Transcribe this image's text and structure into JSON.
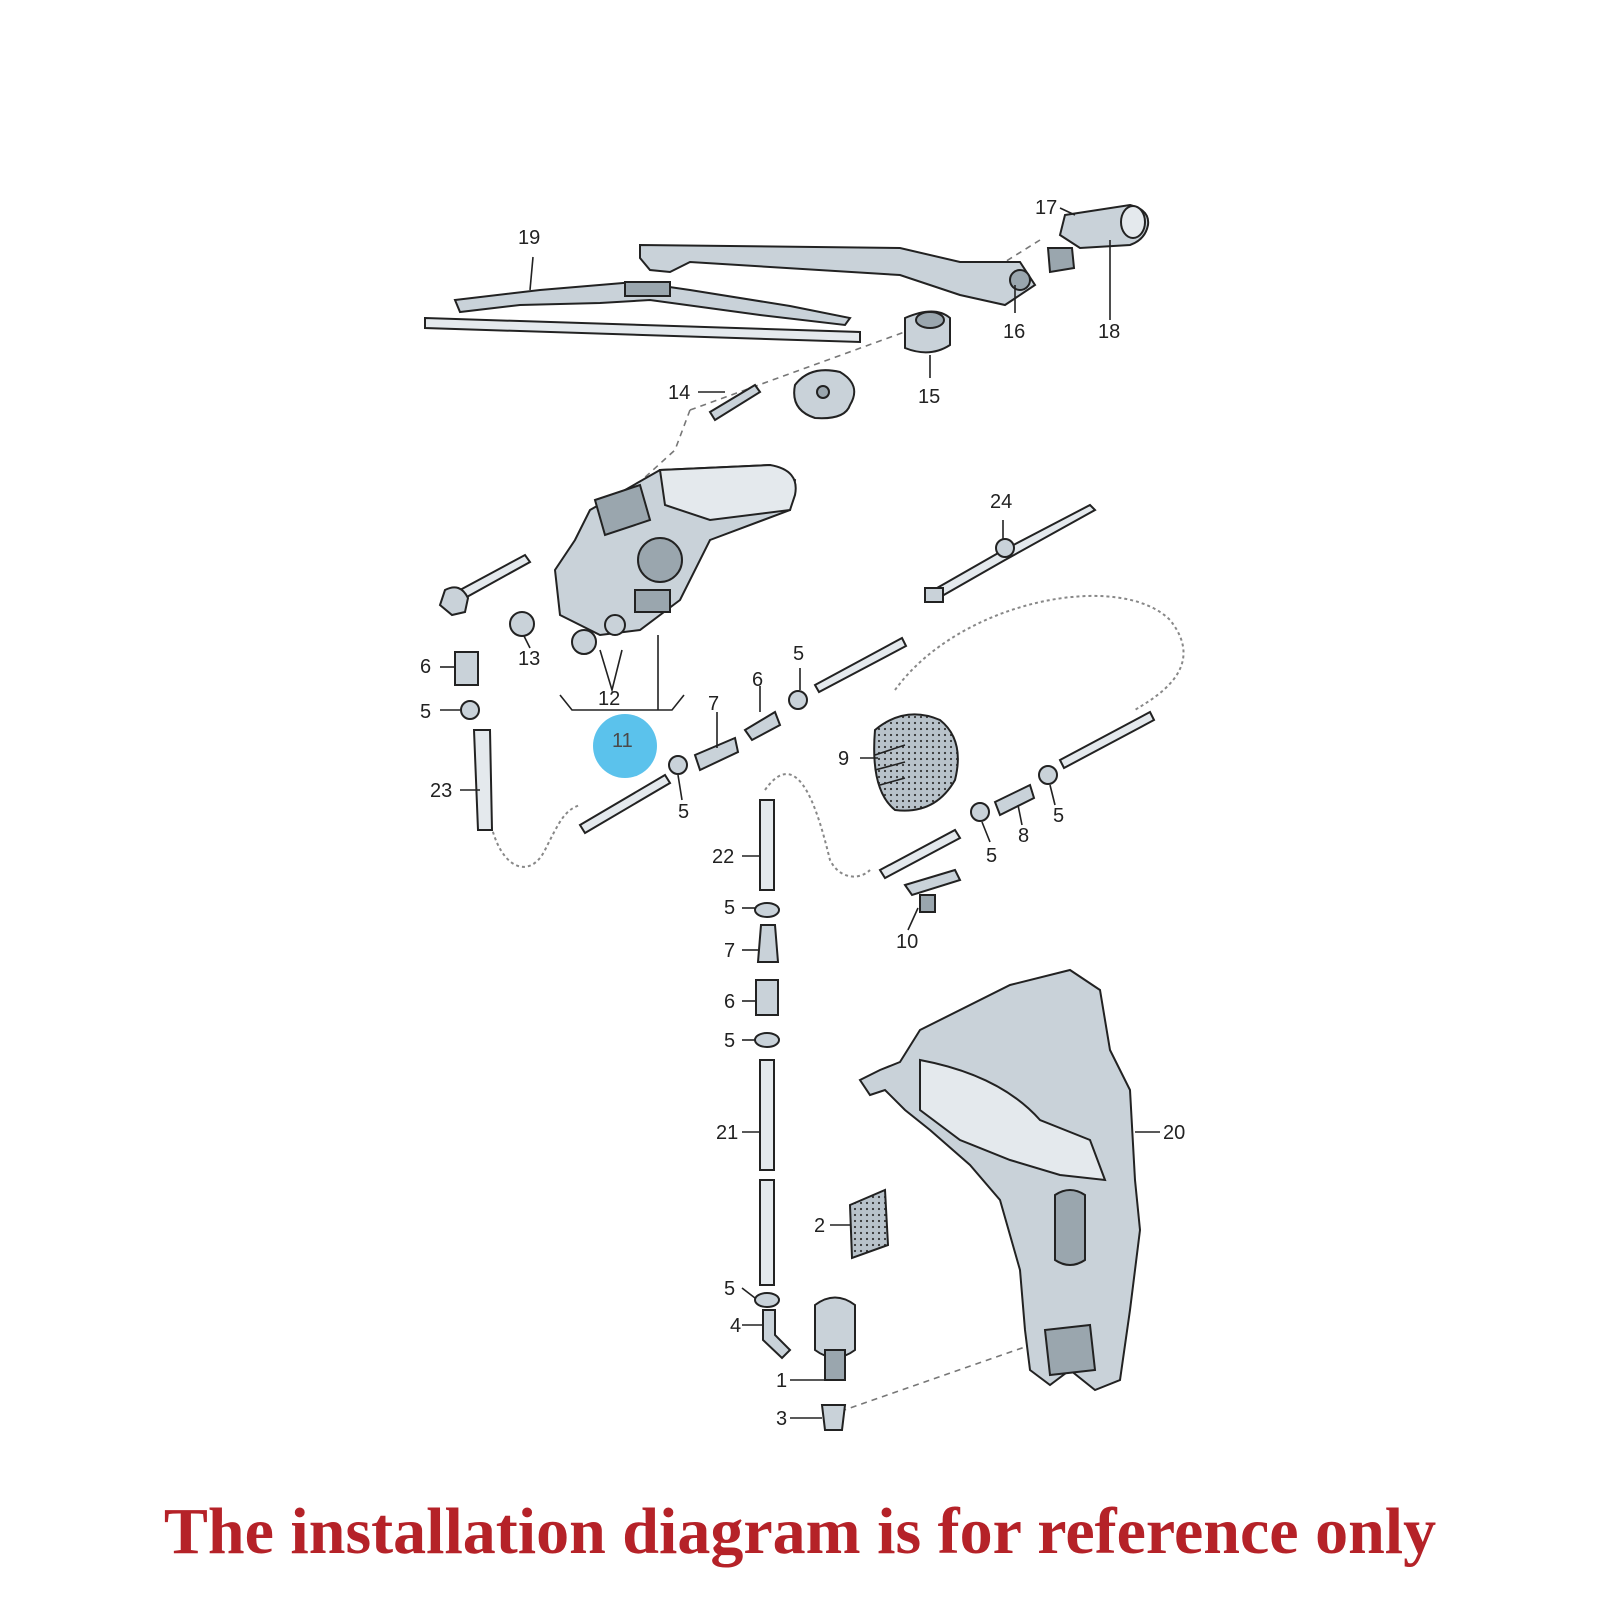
{
  "caption": "The installation diagram is for reference only",
  "highlight_color": "#5bc2ec",
  "caption_color": "#b52228",
  "labels": {
    "l1": "1",
    "l2": "2",
    "l3": "3",
    "l4": "4",
    "l5a": "5",
    "l5b": "5",
    "l5c": "5",
    "l5d": "5",
    "l5e": "5",
    "l5f": "5",
    "l5g": "5",
    "l5h": "5",
    "l6a": "6",
    "l6b": "6",
    "l6c": "6",
    "l7a": "7",
    "l7b": "7",
    "l8": "8",
    "l9": "9",
    "l10": "10",
    "l11": "11",
    "l12": "12",
    "l13": "13",
    "l14": "14",
    "l15": "15",
    "l16": "16",
    "l17": "17",
    "l18": "18",
    "l19": "19",
    "l20": "20",
    "l21": "21",
    "l22": "22",
    "l23": "23",
    "l24": "24"
  }
}
